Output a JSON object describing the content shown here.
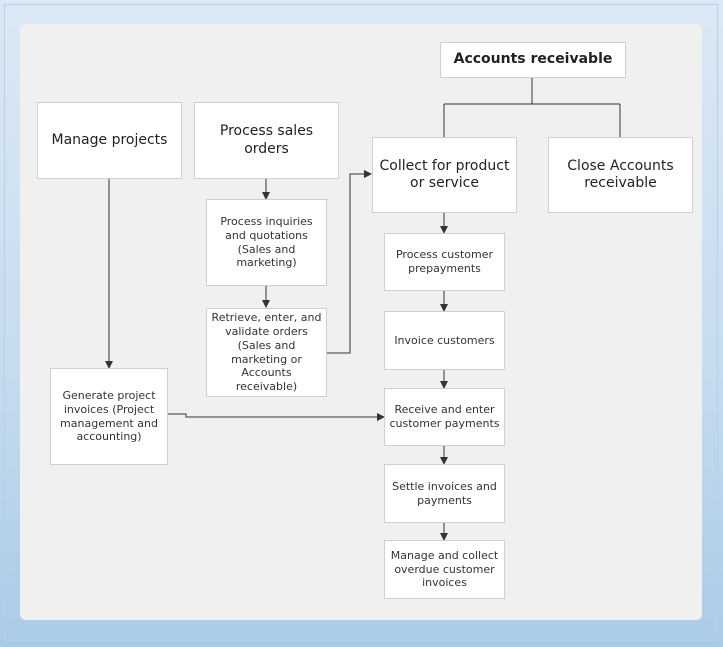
{
  "nodes": {
    "accounts_receivable": "Accounts receivable",
    "manage_projects": "Manage projects",
    "process_sales_orders": "Process sales orders",
    "collect": "Collect for product or service",
    "close_ar": "Close Accounts receivable",
    "process_inquiries": "Process inquiries and quotations (Sales and marketing)",
    "retrieve_orders": "Retrieve, enter, and validate orders (Sales and marketing or Accounts receivable)",
    "generate_invoices": "Generate project invoices (Project management and accounting)",
    "process_prepayments": "Process customer prepayments",
    "invoice_customers": "Invoice customers",
    "receive_payments": "Receive and enter customer payments",
    "settle_invoices": "Settle invoices and payments",
    "manage_overdue": "Manage and collect overdue customer invoices"
  },
  "colors": {
    "background_top": "#dbe8f5",
    "background_bottom": "#aacbe8",
    "panel": "#f0f0f0",
    "box": "#ffffff",
    "line": "#333333"
  }
}
